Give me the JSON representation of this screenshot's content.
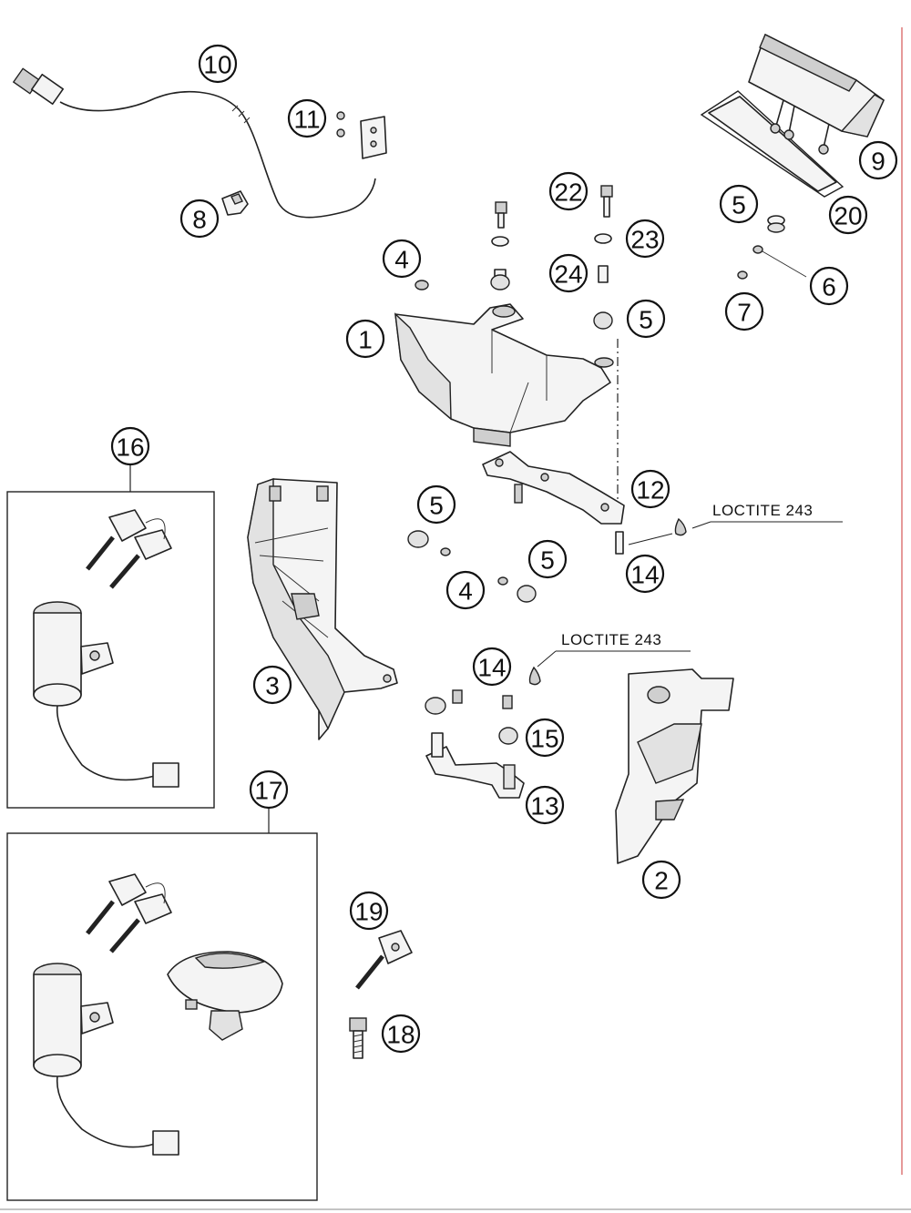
{
  "callouts": [
    {
      "id": "c1",
      "label": "1"
    },
    {
      "id": "c2",
      "label": "2"
    },
    {
      "id": "c3",
      "label": "3"
    },
    {
      "id": "c4a",
      "label": "4"
    },
    {
      "id": "c4b",
      "label": "4"
    },
    {
      "id": "c5a",
      "label": "5"
    },
    {
      "id": "c5b",
      "label": "5"
    },
    {
      "id": "c5c",
      "label": "5"
    },
    {
      "id": "c5d",
      "label": "5"
    },
    {
      "id": "c6",
      "label": "6"
    },
    {
      "id": "c7",
      "label": "7"
    },
    {
      "id": "c8",
      "label": "8"
    },
    {
      "id": "c9",
      "label": "9"
    },
    {
      "id": "c10",
      "label": "10"
    },
    {
      "id": "c11",
      "label": "11"
    },
    {
      "id": "c12",
      "label": "12"
    },
    {
      "id": "c13",
      "label": "13"
    },
    {
      "id": "c14a",
      "label": "14"
    },
    {
      "id": "c14b",
      "label": "14"
    },
    {
      "id": "c15",
      "label": "15"
    },
    {
      "id": "c16",
      "label": "16"
    },
    {
      "id": "c17",
      "label": "17"
    },
    {
      "id": "c18",
      "label": "18"
    },
    {
      "id": "c19",
      "label": "19"
    },
    {
      "id": "c20",
      "label": "20"
    },
    {
      "id": "c22",
      "label": "22"
    },
    {
      "id": "c23",
      "label": "23"
    },
    {
      "id": "c24",
      "label": "24"
    }
  ],
  "notes": {
    "loctite_upper": "LOCTITE 243",
    "loctite_lower": "LOCTITE 243"
  },
  "colors": {
    "ink": "#111111",
    "part_fill": "#f4f4f4",
    "shade": "#cfcfcf"
  }
}
